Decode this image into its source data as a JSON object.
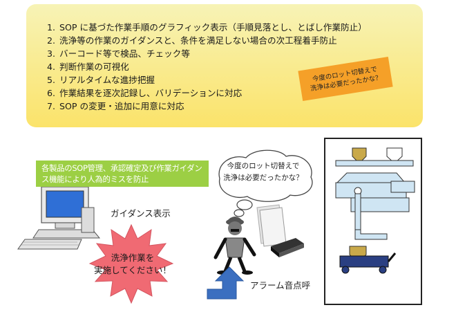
{
  "features": [
    {
      "num": "1.",
      "text": "SOP に基づた作業手順のグラフィック表示（手順見落とし、とばし作業防止）"
    },
    {
      "num": "2.",
      "text": "洗浄等の作業のガイダンスと、条件を満足しない場合の次工程着手防止"
    },
    {
      "num": "3.",
      "text": "バーコード等で検品、チェック等"
    },
    {
      "num": "4.",
      "text": "判断作業の可視化"
    },
    {
      "num": "5.",
      "text": "リアルタイムな進捗把握"
    },
    {
      "num": "6.",
      "text": "作業結果を逐次記録し、バリデーションに対応"
    },
    {
      "num": "7.",
      "text": "SOP の変更・追加に用意に対応"
    }
  ],
  "sticky_note": {
    "line1": "今度のロット切替えで",
    "line2": "洗浄は必要だったかな？"
  },
  "banner": {
    "text": "各製品のSOP管理、承認確定及び作業ガイダンス機能により人為的ミスを防止"
  },
  "guidance_label": "ガイダンス表示",
  "starburst": {
    "line1": "洗浄作業を",
    "line2": "実施してください！"
  },
  "thought": {
    "line1": "今度のロット切替えで",
    "line2": "洗浄は必要だったかな？"
  },
  "alarm_label": "アラーム音点呼",
  "colors": {
    "panel": "#fbe36a",
    "banner": "#9ccf44",
    "starburst": "#f06a73",
    "arrow": "#3b6fc0",
    "note": "#f5a028",
    "machine": "#cfe5f3",
    "funnel": "#c9a94a"
  }
}
